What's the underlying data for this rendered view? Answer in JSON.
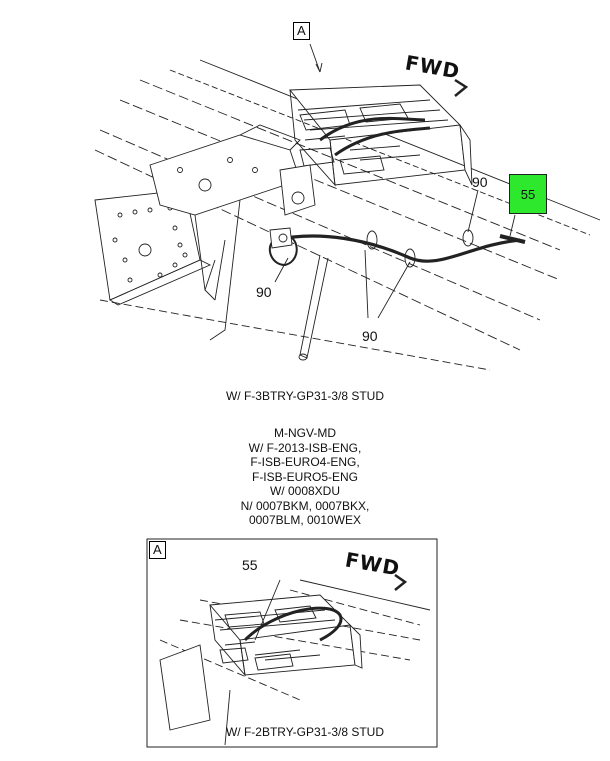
{
  "top": {
    "view_label": "A",
    "fwd_label": "FWD",
    "callouts": {
      "c90_top": "90",
      "c90_left": "90",
      "c90_bottom": "90",
      "c55": "55"
    },
    "caption": "W/ F-3BTRY-GP31-3/8 STUD"
  },
  "notes": {
    "lines": [
      "M-NGV-MD",
      "W/ F-2013-ISB-ENG,",
      "F-ISB-EURO4-ENG,",
      "F-ISB-EURO5-ENG",
      "W/ 0008XDU",
      "N/ 0007BKM, 0007BKX,",
      "0007BLM, 0010WEX"
    ]
  },
  "bottom": {
    "view_label": "A",
    "fwd_label": "FWD",
    "callouts": {
      "c55": "55"
    },
    "caption": "W/ F-2BTRY-GP31-3/8 STUD"
  },
  "colors": {
    "highlight": "#2ee82e",
    "line": "#111111"
  }
}
